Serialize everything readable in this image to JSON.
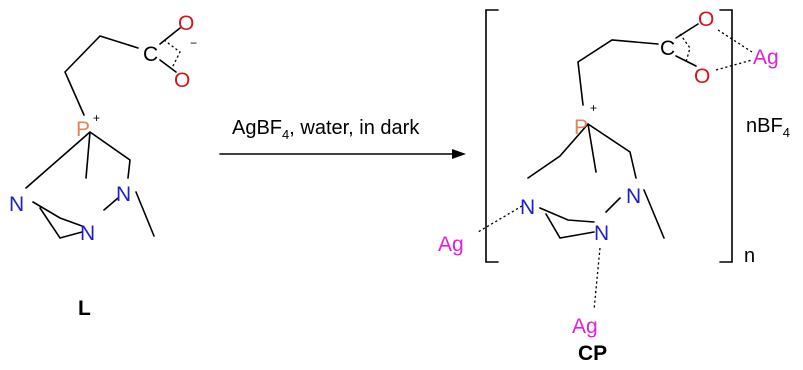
{
  "colors": {
    "oxygen": "#d4161a",
    "phosphorus": "#e0875a",
    "nitrogen": "#1f1fcc",
    "silver": "#e020d8",
    "bond": "#000000"
  },
  "atoms": {
    "oxygen": "O",
    "phosphorus": "P",
    "nitrogen": "N",
    "carbon": "C",
    "silver": "Ag"
  },
  "charges": {
    "plus": "+",
    "minus": "−"
  },
  "reaction": {
    "conditions_reagent": "AgBF",
    "conditions_subscript": "4",
    "conditions_rest": ", water, in dark"
  },
  "labels": {
    "ligand": "L",
    "product": "CP",
    "counterion_prefix": "nBF",
    "counterion_subscript": "4",
    "repeat": "n"
  }
}
